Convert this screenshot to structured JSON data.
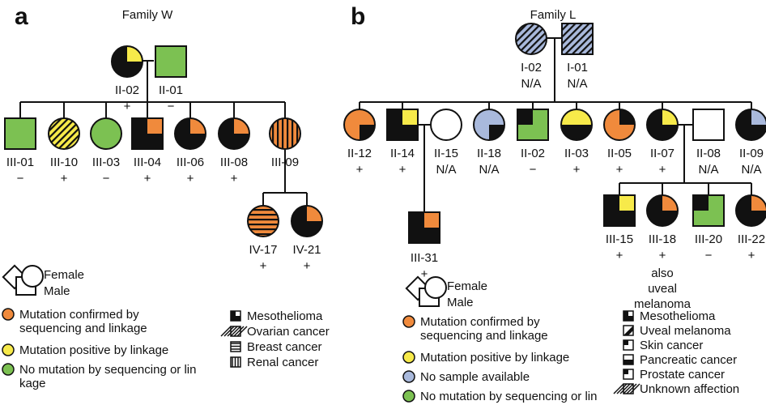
{
  "panels": {
    "a": {
      "letter": "a",
      "family_title": "Family W",
      "members": [
        {
          "id": "II-02",
          "sex": "F",
          "fill": "black",
          "corner": "yellow",
          "q": [
            0,
            1,
            0,
            0
          ],
          "status": "+"
        },
        {
          "id": "II-01",
          "sex": "M",
          "fill": "green",
          "status": "−"
        },
        {
          "id": "III-01",
          "sex": "M",
          "fill": "green",
          "status": "−"
        },
        {
          "id": "III-10",
          "sex": "F",
          "fill": "yellow",
          "pattern": "diag",
          "status": "+"
        },
        {
          "id": "III-03",
          "sex": "F",
          "fill": "green",
          "status": "−"
        },
        {
          "id": "III-04",
          "sex": "M",
          "fill": "black",
          "corner": "orange",
          "q": [
            0,
            1,
            0,
            0
          ],
          "status": "+"
        },
        {
          "id": "III-06",
          "sex": "F",
          "fill": "black",
          "corner": "orange",
          "q": [
            0,
            1,
            0,
            0
          ],
          "status": "+"
        },
        {
          "id": "III-08",
          "sex": "F",
          "fill": "black",
          "corner": "orange",
          "q": [
            0,
            1,
            0,
            0
          ],
          "status": "+"
        },
        {
          "id": "III-09",
          "sex": "F",
          "fill": "orange",
          "pattern": "vert",
          "status": ""
        },
        {
          "id": "IV-17",
          "sex": "F",
          "fill": "orange",
          "pattern": "horiz",
          "status": "+"
        },
        {
          "id": "IV-21",
          "sex": "F",
          "fill": "black",
          "corner": "orange",
          "q": [
            0,
            1,
            0,
            0
          ],
          "status": "+"
        }
      ],
      "legend_sex": {
        "female": "Female",
        "male": "Male"
      },
      "legend_status": [
        {
          "color": "#f08a3c",
          "text": "Mutation confirmed by sequencing and linkage"
        },
        {
          "color": "#f7ea4a",
          "text": "Mutation positive by linkage"
        },
        {
          "color": "#7cc152",
          "text": "No mutation by sequencing or linkage"
        }
      ],
      "legend_phenotype": [
        {
          "icon": "meso",
          "text": "Mesothelioma"
        },
        {
          "icon": "diag",
          "text": "Ovarian cancer"
        },
        {
          "icon": "horiz",
          "text": "Breast cancer"
        },
        {
          "icon": "vert",
          "text": "Renal cancer"
        }
      ]
    },
    "b": {
      "letter": "b",
      "family_title": "Family L",
      "members": [
        {
          "id": "I-02",
          "sex": "F",
          "fill": "blue",
          "pattern": "diag",
          "status": "N/A"
        },
        {
          "id": "I-01",
          "sex": "M",
          "fill": "blue",
          "pattern": "diag",
          "status": "N/A"
        },
        {
          "id": "II-12",
          "sex": "F",
          "fill": "orange",
          "q": [
            0,
            0,
            1,
            0
          ],
          "status": "+"
        },
        {
          "id": "II-14",
          "sex": "M",
          "fill": "black",
          "corner": "yellow",
          "q": [
            0,
            1,
            0,
            0
          ],
          "status": "+"
        },
        {
          "id": "II-15",
          "sex": "F",
          "fill": "white",
          "status": "N/A"
        },
        {
          "id": "II-18",
          "sex": "F",
          "fill": "blue",
          "q": [
            0,
            0,
            1,
            0
          ],
          "status": "N/A"
        },
        {
          "id": "II-02",
          "sex": "M",
          "fill": "green",
          "q": [
            1,
            0,
            0,
            0
          ],
          "status": "−"
        },
        {
          "id": "II-03",
          "sex": "F",
          "fill": "yellow",
          "q": [
            0,
            0,
            1,
            1
          ],
          "status": "+"
        },
        {
          "id": "II-05",
          "sex": "F",
          "fill": "orange",
          "q": [
            0,
            1,
            0,
            0
          ],
          "status": "+"
        },
        {
          "id": "II-07",
          "sex": "F",
          "fill": "black",
          "corner": "yellow",
          "q": [
            0,
            1,
            0,
            0
          ],
          "status": "+"
        },
        {
          "id": "II-08",
          "sex": "M",
          "fill": "white",
          "status": "N/A"
        },
        {
          "id": "II-09",
          "sex": "F",
          "fill": "black",
          "corner": "blue",
          "q": [
            0,
            1,
            0,
            0
          ],
          "status": "N/A"
        },
        {
          "id": "III-31",
          "sex": "M",
          "fill": "black",
          "corner": "orange",
          "q": [
            0,
            1,
            0,
            0
          ],
          "status": "+"
        },
        {
          "id": "III-15",
          "sex": "M",
          "fill": "black",
          "corner": "yellow",
          "q": [
            0,
            1,
            0,
            0
          ],
          "status": "+"
        },
        {
          "id": "III-18",
          "sex": "F",
          "fill": "black",
          "corner": "orange",
          "q": [
            0,
            1,
            0,
            0
          ],
          "status": "+",
          "note": [
            "also",
            "uveal",
            "melanoma"
          ]
        },
        {
          "id": "III-20",
          "sex": "M",
          "fill": "green",
          "q": [
            1,
            0,
            0,
            0
          ],
          "status": "−"
        },
        {
          "id": "III-22",
          "sex": "F",
          "fill": "black",
          "corner": "orange",
          "q": [
            0,
            1,
            0,
            0
          ],
          "status": "+"
        }
      ],
      "legend_sex": {
        "female": "Female",
        "male": "Male"
      },
      "legend_status": [
        {
          "color": "#f08a3c",
          "text": "Mutation confirmed by sequencing and linkage"
        },
        {
          "color": "#f7ea4a",
          "text": "Mutation positive by linkage"
        },
        {
          "color": "#a9b9dc",
          "text": "No sample available"
        },
        {
          "color": "#7cc152",
          "text": "No mutation by sequencing or linkage"
        }
      ],
      "legend_phenotype": [
        {
          "icon": "q-tr",
          "text": "Mesothelioma"
        },
        {
          "icon": "q-tr-tri",
          "text": "Uveal melanoma"
        },
        {
          "icon": "q-tl",
          "text": "Skin cancer"
        },
        {
          "icon": "q-bottom",
          "text": "Pancreatic cancer"
        },
        {
          "icon": "q-left",
          "text": "Prostate cancer"
        },
        {
          "icon": "diag",
          "text": "Unknown affection"
        }
      ]
    }
  },
  "colors": {
    "orange": "#f08a3c",
    "yellow": "#f7ea4a",
    "green": "#7cc152",
    "blue": "#a9b9dc",
    "black": "#111111",
    "white": "#ffffff"
  }
}
